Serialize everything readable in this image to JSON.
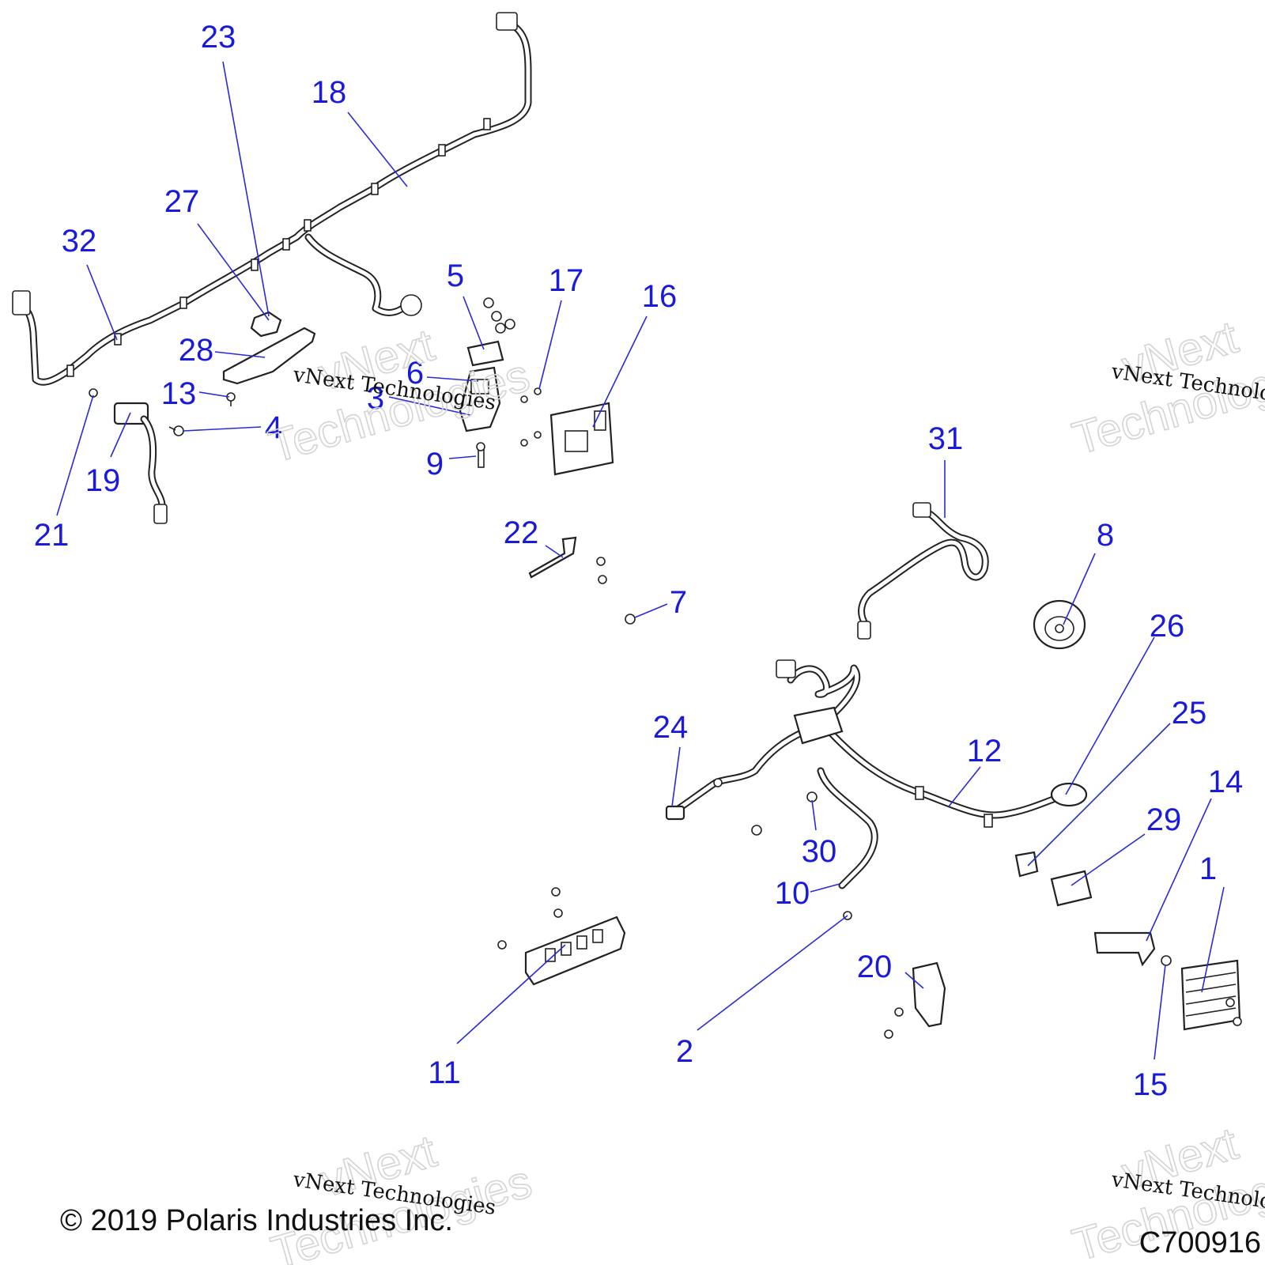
{
  "diagram": {
    "callouts": [
      {
        "n": "1"
      },
      {
        "n": "2"
      },
      {
        "n": "3"
      },
      {
        "n": "4"
      },
      {
        "n": "5"
      },
      {
        "n": "6"
      },
      {
        "n": "7"
      },
      {
        "n": "8"
      },
      {
        "n": "9"
      },
      {
        "n": "10"
      },
      {
        "n": "11"
      },
      {
        "n": "12"
      },
      {
        "n": "13"
      },
      {
        "n": "14"
      },
      {
        "n": "15"
      },
      {
        "n": "16"
      },
      {
        "n": "17"
      },
      {
        "n": "18"
      },
      {
        "n": "19"
      },
      {
        "n": "20"
      },
      {
        "n": "21"
      },
      {
        "n": "22"
      },
      {
        "n": "23"
      },
      {
        "n": "24"
      },
      {
        "n": "25"
      },
      {
        "n": "26"
      },
      {
        "n": "27"
      },
      {
        "n": "28"
      },
      {
        "n": "29"
      },
      {
        "n": "30"
      },
      {
        "n": "31"
      },
      {
        "n": "32"
      }
    ],
    "copyright": "© 2019 Polaris Industries Inc.",
    "figure_id": "C700916",
    "watermark": {
      "big_line1": "vNext",
      "big_line2": "Technologies",
      "small": "vNext Technologies"
    }
  }
}
